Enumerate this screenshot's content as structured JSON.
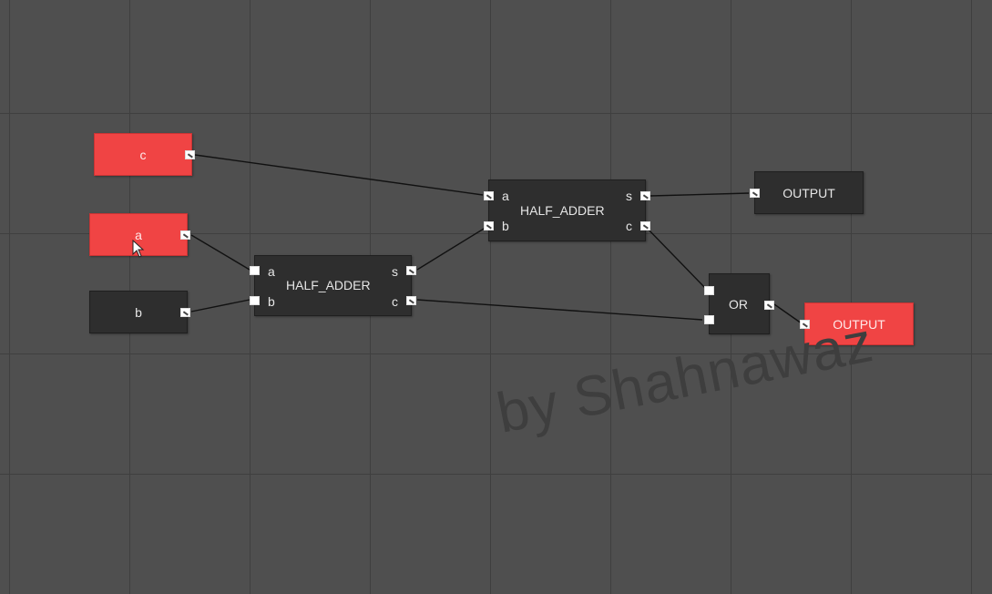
{
  "inputs": {
    "c": {
      "label": "c",
      "state": "on"
    },
    "a": {
      "label": "a",
      "state": "on"
    },
    "b": {
      "label": "b",
      "state": "off"
    }
  },
  "half_adder_1": {
    "title": "HALF_ADDER",
    "in_a": "a",
    "in_b": "b",
    "out_s": "s",
    "out_c": "c"
  },
  "half_adder_2": {
    "title": "HALF_ADDER",
    "in_a": "a",
    "in_b": "b",
    "out_s": "s",
    "out_c": "c"
  },
  "or_gate": {
    "title": "OR"
  },
  "outputs": {
    "sum": {
      "label": "OUTPUT",
      "state": "off"
    },
    "carry": {
      "label": "OUTPUT",
      "state": "on"
    }
  },
  "colors": {
    "on": "#f04444",
    "off": "#2e2e2e",
    "wire": "#111111",
    "grid": "#3f3f3f"
  },
  "watermark": "by Shahnawaz"
}
